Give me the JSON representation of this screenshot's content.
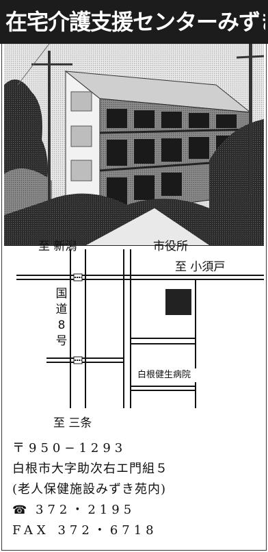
{
  "header": {
    "title": "在宅介護支援センターみずき苑"
  },
  "map": {
    "to_niigata": "至 新潟",
    "city_hall": "市役所",
    "to_kosudo": "至 小須戸",
    "route8": "国道8号",
    "hospital": "白根健生病院",
    "to_sanjo": "至 三条"
  },
  "address": {
    "postal": "〒950−1293",
    "street": "白根市大字助次右エ門組５",
    "facility": "(老人保健施設みずき苑内)",
    "tel_icon": "telephone-icon",
    "tel": "372・2195",
    "fax": "FAX 372・6718"
  }
}
